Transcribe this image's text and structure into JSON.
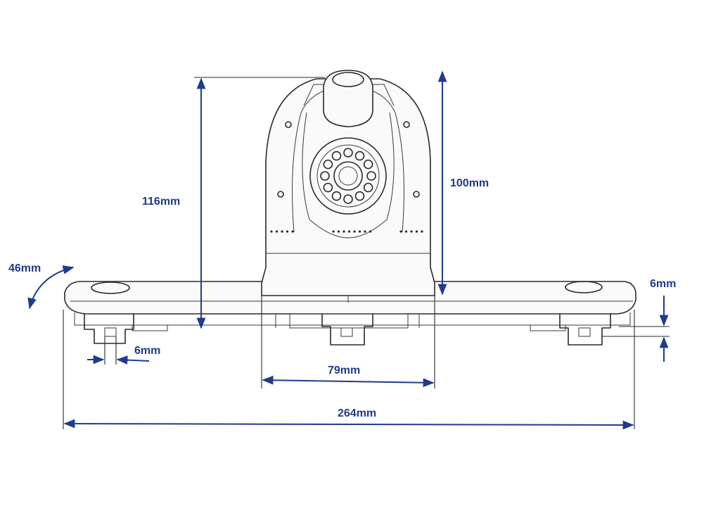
{
  "dimensions": {
    "height_total": "116mm",
    "height_body": "100mm",
    "depth": "46mm",
    "slot_width": "6mm",
    "foot_height": "6mm",
    "body_width": "79mm",
    "total_width": "264mm"
  },
  "colors": {
    "dimension": "#1f3b8c",
    "outline": "#2a2a2a",
    "background": "#ffffff"
  }
}
